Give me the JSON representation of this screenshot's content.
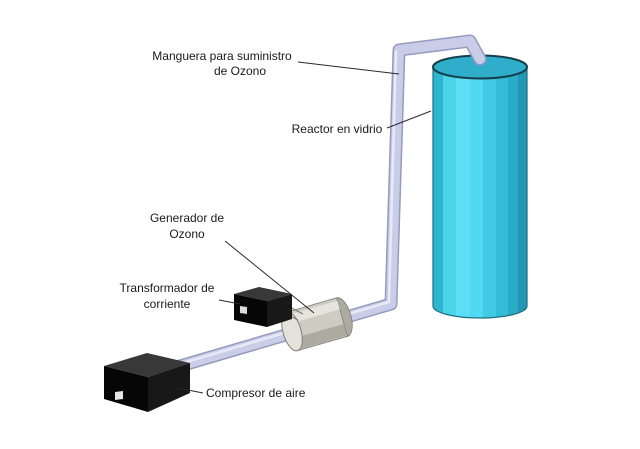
{
  "diagram": {
    "labels": {
      "manguera": {
        "line1": "Manguera para suministro",
        "line2": "de Ozono"
      },
      "reactor": {
        "text": "Reactor en vidrio"
      },
      "generador": {
        "line1": "Generador de",
        "line2": "Ozono"
      },
      "transformador": {
        "line1": "Transformador de",
        "line2": "corriente"
      },
      "compresor": {
        "text": "Compresor de aire"
      }
    },
    "colors": {
      "background": "#FFFFFF",
      "reactor_body": "#45CFE8",
      "reactor_top": "#2FADCA",
      "reactor_outline": "#1D7084",
      "reactor_rim": "#14404C",
      "pipe": "#C9CDE7",
      "pipe_outline": "#959BBE",
      "generator_body": "#CCCCC3",
      "generator_cap": "#E3E3DB",
      "box_top": "#383838",
      "box_front": "#060606",
      "box_side": "#181818",
      "leader": "#2A2A2A",
      "text": "#1A1A1A"
    }
  }
}
